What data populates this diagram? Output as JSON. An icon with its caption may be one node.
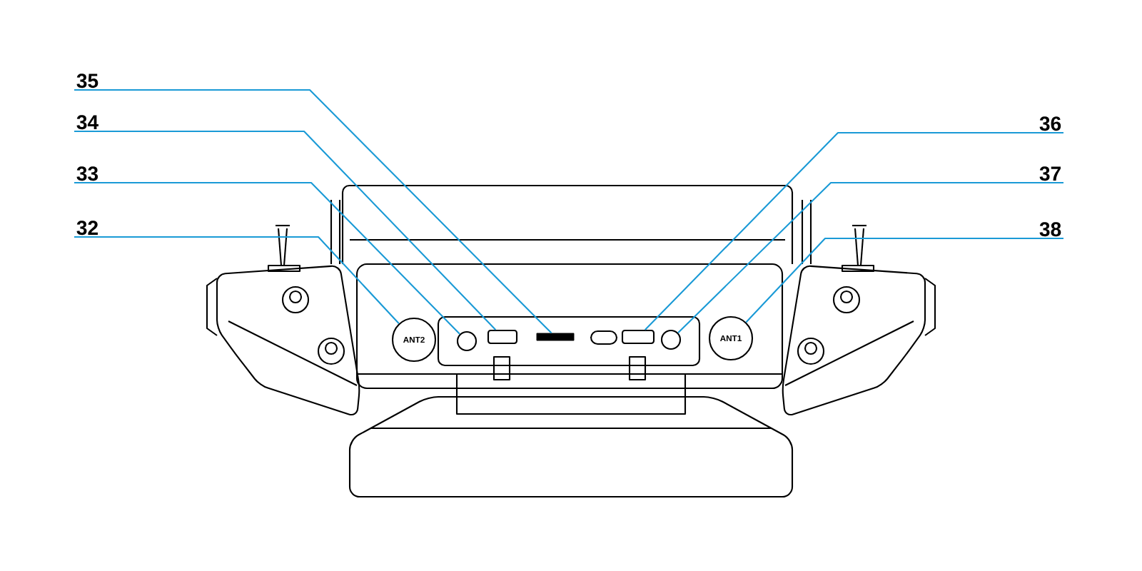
{
  "diagram": {
    "nodes": [
      {
        "text": [
          "32"
        ]
      },
      {
        "text": [
          "33"
        ]
      },
      {
        "text": [
          "34"
        ]
      },
      {
        "text": [
          "35"
        ]
      },
      {
        "text": [
          "36"
        ]
      },
      {
        "text": [
          "37"
        ]
      },
      {
        "text": [
          "38"
        ]
      },
      {
        "text": [
          "ANT2"
        ]
      },
      {
        "text": [],
        "shape": "circle"
      },
      {
        "text": [],
        "shape": "box"
      },
      {
        "text": [],
        "shape": "bar"
      },
      {
        "text": [],
        "shape": "box"
      },
      {
        "text": [],
        "shape": "circle"
      },
      {
        "text": [
          "ANT1"
        ]
      }
    ],
    "edges": [
      {
        "from": 0,
        "to": 7,
        "arrow": "none"
      },
      {
        "from": 1,
        "to": 8,
        "arrow": "none"
      },
      {
        "from": 2,
        "to": 9,
        "arrow": "none"
      },
      {
        "from": 3,
        "to": 10,
        "arrow": "none"
      },
      {
        "from": 4,
        "to": 11,
        "arrow": "none"
      },
      {
        "from": 5,
        "to": 12,
        "arrow": "none"
      },
      {
        "from": 6,
        "to": 13,
        "arrow": "none"
      }
    ]
  }
}
